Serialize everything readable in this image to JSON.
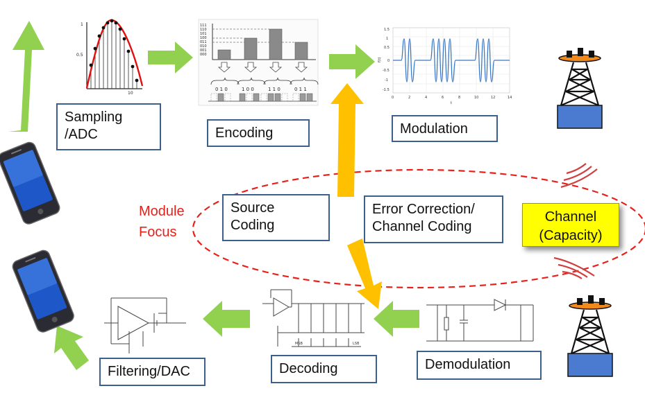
{
  "stages": {
    "sampling": "Sampling\n/ADC",
    "encoding": "Encoding",
    "modulation": "Modulation",
    "source_coding": "Source\nCoding",
    "error_correction": "Error Correction/\nChannel Coding",
    "channel": "Channel\n(Capacity)",
    "demodulation": "Demodulation",
    "decoding": "Decoding",
    "filtering": "Filtering/DAC"
  },
  "module_focus": "Module\nFocus",
  "sampling_plot": {
    "y_ticks": [
      "1",
      "0.5"
    ],
    "x_ticks": [
      "10"
    ]
  },
  "encoding_plot": {
    "levels": [
      "111",
      "110",
      "101",
      "100",
      "011",
      "010",
      "001",
      "000"
    ],
    "bits": [
      "0 1 0",
      "1 0 0",
      "1 1 0",
      "0 1 1"
    ]
  },
  "modulation_plot": {
    "y_ticks": [
      "1.5",
      "1",
      "0.5",
      "0",
      "-0.5",
      "-1",
      "-1.5"
    ],
    "x_ticks": [
      "0",
      "2",
      "4",
      "6",
      "8",
      "10",
      "12",
      "14"
    ],
    "xlabel": "t",
    "ylabel": "f(t)"
  },
  "decoding_plot": {
    "labels": [
      "MSB",
      "LSB"
    ]
  },
  "colors": {
    "green_arrow": "#92d050",
    "orange_arrow": "#ffc000",
    "focus_red": "#e8201a",
    "box_border": "#3c5f8e",
    "channel_fill": "#ffff00",
    "tower_base": "#4a7bd0",
    "tower_top": "#f08a1c"
  }
}
